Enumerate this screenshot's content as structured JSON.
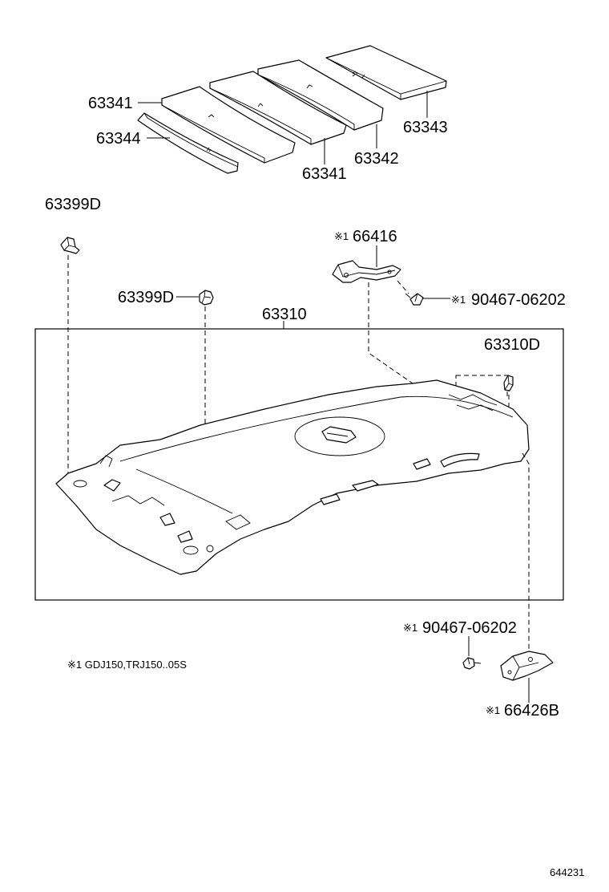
{
  "labels": {
    "p63341_a": "63341",
    "p63344": "63344",
    "p63341_b": "63341",
    "p63342": "63342",
    "p63343": "63343",
    "p63399D_a": "63399D",
    "p63399D_b": "63399D",
    "p66416_mark": "※1",
    "p66416": "66416",
    "p90467_a_mark": "※1",
    "p90467_a": "90467-06202",
    "p63310": "63310",
    "p63310D": "63310D",
    "p90467_b_mark": "※1",
    "p90467_b": "90467-06202",
    "p66426B_mark": "※1",
    "p66426B": "66426B"
  },
  "footnote": "※1 GDJ150,TRJ150..05S",
  "figure_code": "644231"
}
